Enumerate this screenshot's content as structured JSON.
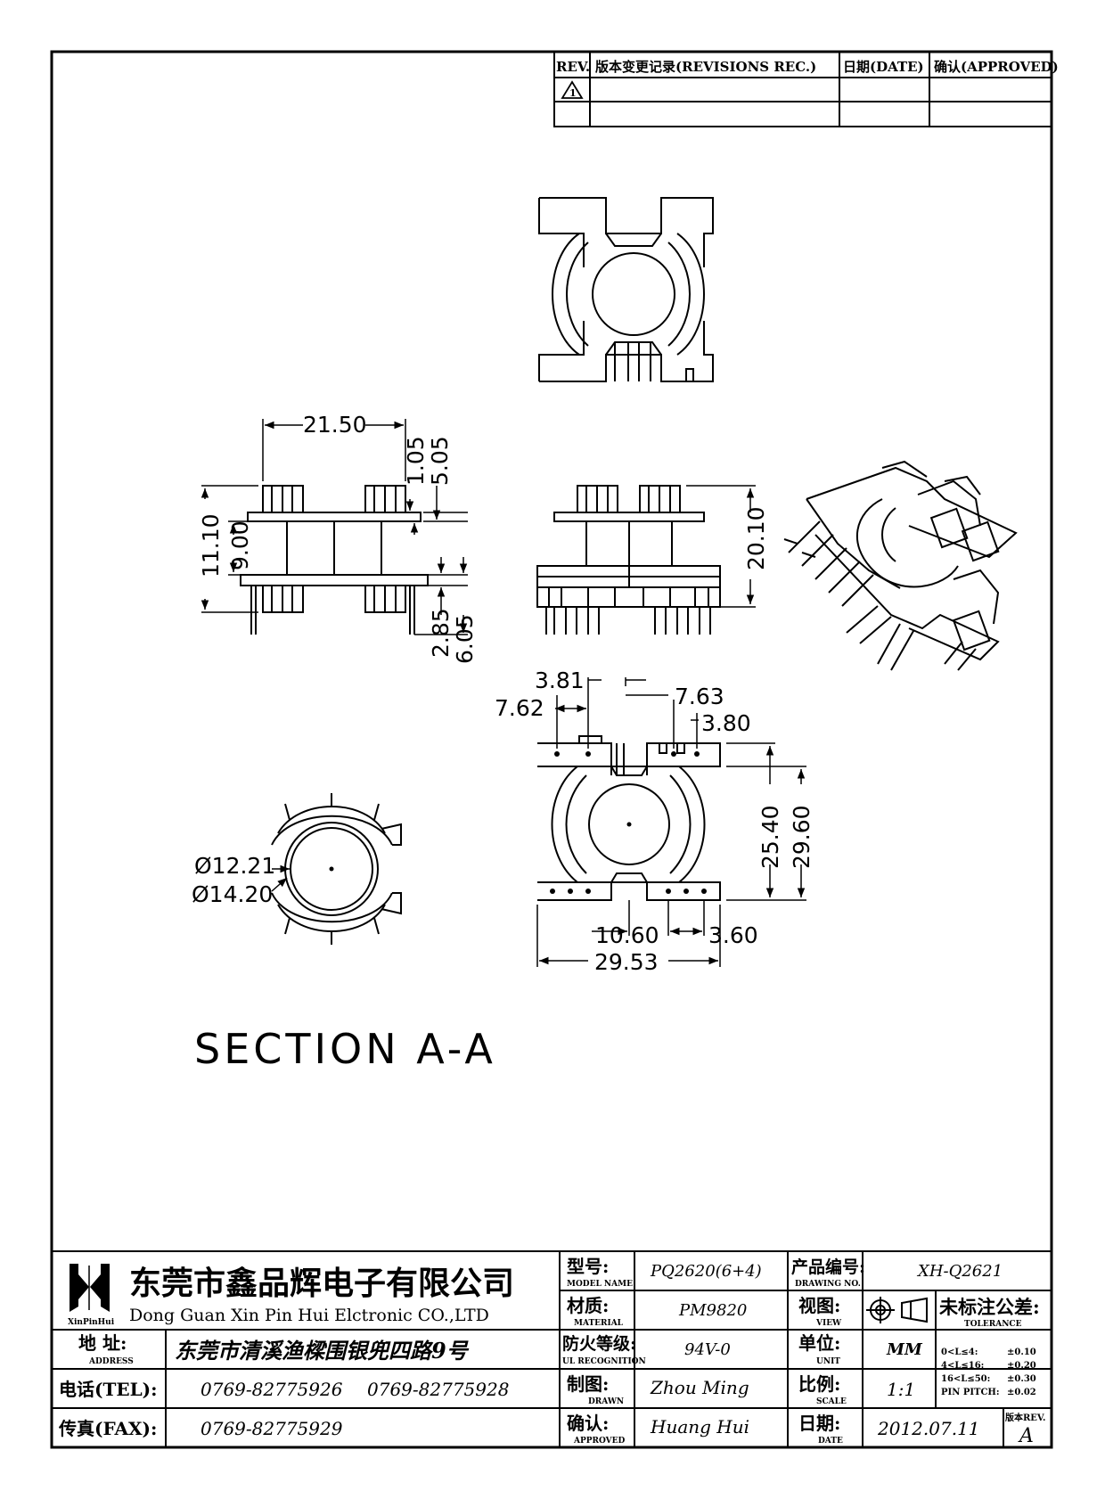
{
  "revision_table": {
    "col_rev": "REV.",
    "col_record": "版本变更记录(REVISIONS REC.)",
    "col_date": "日期(DATE)",
    "col_approved": "确认(APPROVED)",
    "rev_symbol": "1"
  },
  "dimensions": {
    "d_21_50": "21.50",
    "d_1_05": "1.05",
    "d_5_05": "5.05",
    "d_11_10": "11.10",
    "d_9_00": "9.00",
    "d_2_85": "2.85",
    "d_6_05": "6.05",
    "d_20_10": "20.10",
    "d_3_81": "3.81",
    "d_7_63": "7.63",
    "d_7_62": "7.62",
    "d_3_80": "3.80",
    "d_25_40": "25.40",
    "d_29_60": "29.60",
    "d_phi_12_21": "Ø12.21",
    "d_phi_14_20": "Ø14.20",
    "d_10_60": "10.60",
    "d_3_60": "3.60",
    "d_29_53": "29.53"
  },
  "section_label": "SECTION A-A",
  "title_block": {
    "company_cn": "东莞市鑫品辉电子有限公司",
    "company_en": "Dong Guan Xin Pin Hui Elctronic CO.,LTD",
    "logo_caption": "XinPinHui",
    "address_label_cn": "地 址:",
    "address_label_en": "ADDRESS",
    "address_value": "东莞市清溪渔樑围银兜四路9号",
    "tel_label": "电话(TEL):",
    "tel_value_1": "0769-82775926",
    "tel_value_2": "0769-82775928",
    "fax_label": "传真(FAX):",
    "fax_value": "0769-82775929",
    "model_label_cn": "型号:",
    "model_label_en": "MODEL NAME",
    "model_value": "PQ2620(6+4)",
    "material_label_cn": "材质:",
    "material_label_en": "MATERIAL",
    "material_value": "PM9820",
    "ul_label_cn": "防火等级:",
    "ul_label_en": "UL RECOGNITION",
    "ul_value": "94V-0",
    "drawn_label_cn": "制图:",
    "drawn_label_en": "DRAWN",
    "drawn_value": "Zhou Ming",
    "approved_label_cn": "确认:",
    "approved_label_en": "APPROVED",
    "approved_value": "Huang Hui",
    "drawing_no_label_cn": "产品编号:",
    "drawing_no_label_en": "DRAWING NO.",
    "drawing_no_value": "XH-Q2621",
    "view_label_cn": "视图:",
    "view_label_en": "VIEW",
    "unit_label_cn": "单位:",
    "unit_label_en": "UNIT",
    "unit_value": "MM",
    "scale_label_cn": "比例:",
    "scale_label_en": "SCALE",
    "scale_value": "1:1",
    "date_label_cn": "日期:",
    "date_label_en": "DATE",
    "date_value": "2012.07.11",
    "tolerance_label_cn": "未标注公差:",
    "tolerance_label_en": "TOLERANCE",
    "tol_r1_range": "0<L≤4:",
    "tol_r1_value": "±0.10",
    "tol_r2_range": "4<L≤16:",
    "tol_r2_value": "±0.20",
    "tol_r3_range": "16<L≤50:",
    "tol_r3_value": "±0.30",
    "tol_r4_range": "PIN PITCH:",
    "tol_r4_value": "±0.02",
    "rev_label": "版本REV.",
    "rev_value": "A"
  }
}
